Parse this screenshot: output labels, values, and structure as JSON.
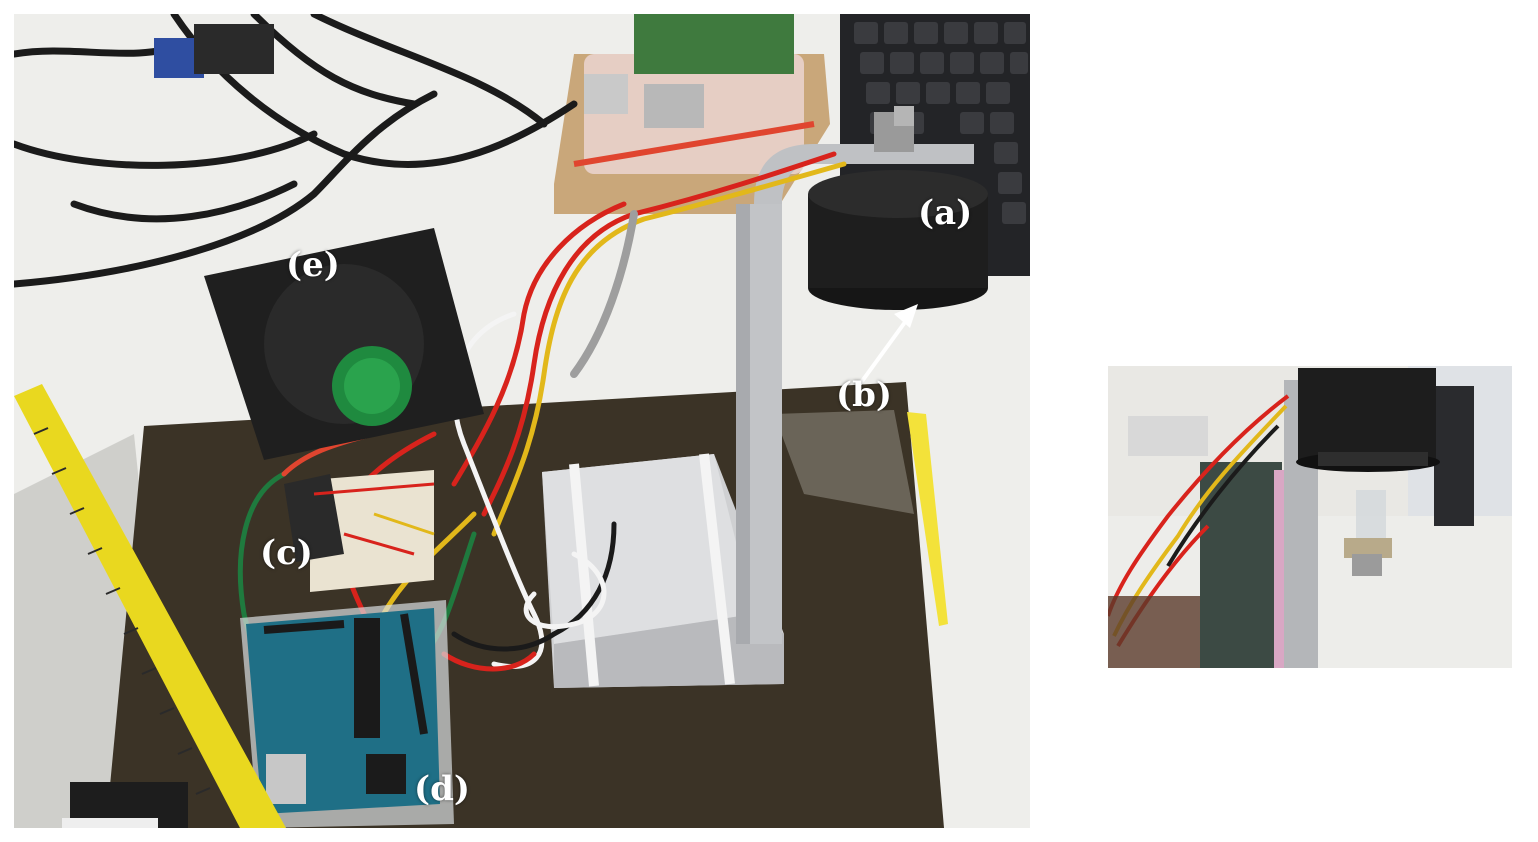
{
  "labels": {
    "a": "(a)",
    "b": "(b)",
    "c": "(c)",
    "d": "(d)",
    "e": "(e)"
  },
  "colors": {
    "label_text": "#ffffff",
    "arrow": "#ffffff",
    "table_white": "#f2f2ef",
    "acrylic_board": "#3a3226",
    "arduino_teal": "#1f6f86",
    "wire_red": "#d8231c",
    "wire_yellow": "#e2b81a",
    "sensor_black": "#222222",
    "keyboard": "#2a2b2e",
    "tape_measure": "#e8d81f"
  },
  "icons": {
    "pointer": "arrow-icon"
  }
}
